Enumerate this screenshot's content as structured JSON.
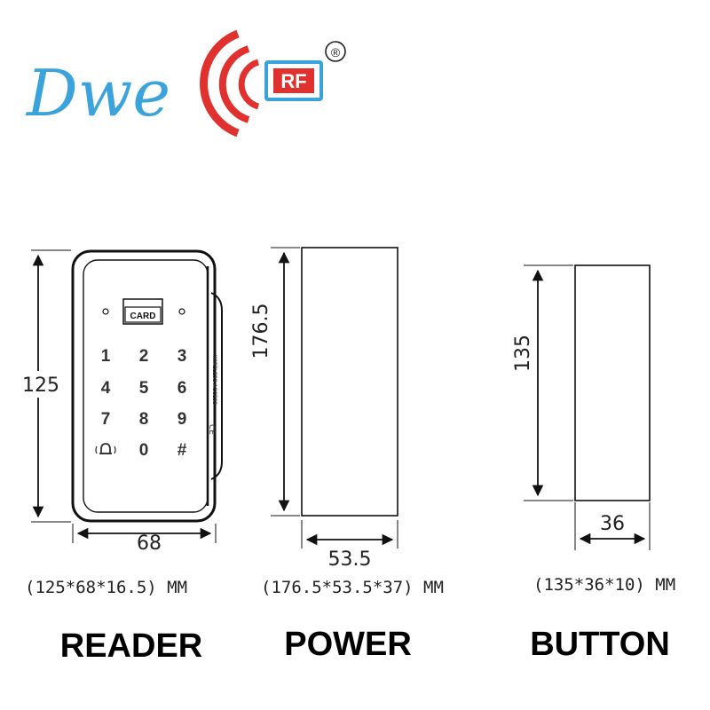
{
  "logo": {
    "brand_text": "Dwe",
    "badge_text": "RF",
    "registered_mark": "®",
    "brand_color": "#3aa3dc",
    "accent_color": "#e0312e"
  },
  "reader": {
    "height_label": "125",
    "width_label": "68",
    "spec": "(125*68*16.5) MM",
    "title": "READER",
    "card_label": "CARD",
    "side_label": "WIRELESS ACCESS",
    "keys": [
      "1",
      "2",
      "3",
      "4",
      "5",
      "6",
      "7",
      "8",
      "9",
      "",
      "0",
      "#"
    ]
  },
  "power": {
    "height_label": "176.5",
    "width_label": "53.5",
    "spec": "(176.5*53.5*37) MM",
    "title": "POWER"
  },
  "button": {
    "height_label": "135",
    "width_label": "36",
    "spec": "(135*36*10) MM",
    "title": "BUTTON"
  }
}
